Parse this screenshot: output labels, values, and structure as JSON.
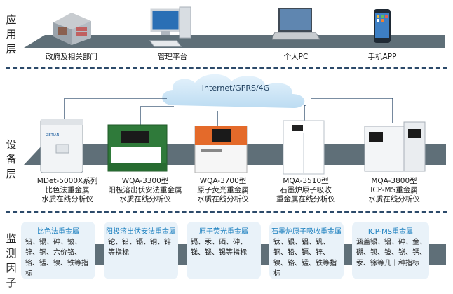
{
  "layers": {
    "application": "应用层",
    "device": "设备层",
    "monitoring": "监测因子"
  },
  "application": [
    {
      "label": "政府及相关部门",
      "icon": "government-building-icon"
    },
    {
      "label": "管理平台",
      "icon": "desktop-computer-icon"
    },
    {
      "label": "个人PC",
      "icon": "laptop-icon"
    },
    {
      "label": "手机APP",
      "icon": "smartphone-icon"
    }
  ],
  "cloud": {
    "label": "Internet/GPRS/4G"
  },
  "devices": [
    {
      "lines": [
        "MDet-5000X系列",
        "比色法重金属",
        "水质在线分析仪"
      ]
    },
    {
      "lines": [
        "WQA-3300型",
        "阳极溶出伏安法重金属",
        "水质在线分析仪"
      ]
    },
    {
      "lines": [
        "WQA-3700型",
        "原子荧光重金属",
        "水质在线分析仪"
      ]
    },
    {
      "lines": [
        "MQA-3510型",
        "石墨炉原子吸收",
        "重金属在线分析仪"
      ]
    },
    {
      "lines": [
        "MQA-3800型",
        "ICP-MS重金属",
        "水质在线分析仪"
      ]
    }
  ],
  "factors": [
    {
      "title": "比色法重金属",
      "body": "铅、镉、砷、铍、锌、铜、六价铬、铬、锰、镍、铁等指标"
    },
    {
      "title": "阳极溶出伏安法重金属",
      "body": "铊、铅、镉、铜、锌等指标"
    },
    {
      "title": "原子荧光重金属",
      "body": "镉、汞、硒、砷、锑、铋、锡等指标"
    },
    {
      "title": "石墨炉原子吸收重金属",
      "body": "钛、银、铝、钒、铜、铅、镉、锌、镍、铬、锰、铁等指标"
    },
    {
      "title": "ICP-MS重金属",
      "body": "涵盖银、铝、砷、金、硼、钡、铍、铋、钙、汞、镓等几十种指标"
    }
  ],
  "colors": {
    "band": "#5f6f78",
    "dash": "#2c4a6a",
    "card": "#e9f2f9",
    "card_title": "#1a7fbf",
    "cloud": "#cfe6f7"
  }
}
